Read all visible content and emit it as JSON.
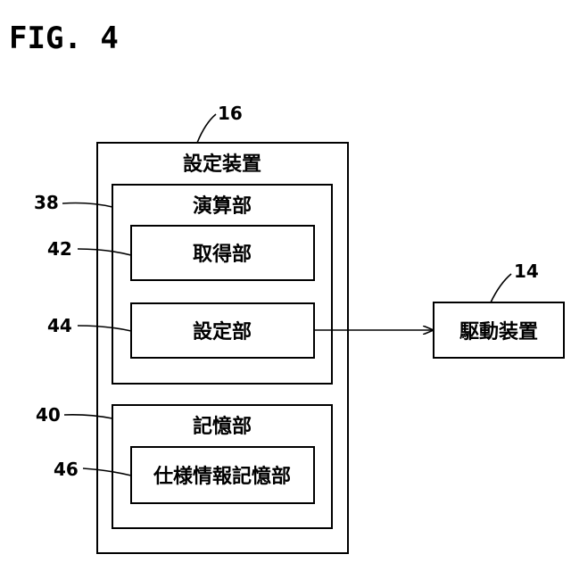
{
  "figure_label": "FIG. 4",
  "setting_device": {
    "label": "設定装置",
    "ref": "16"
  },
  "computation_unit": {
    "label": "演算部",
    "ref": "38"
  },
  "acquisition_unit": {
    "label": "取得部",
    "ref": "42"
  },
  "setting_unit": {
    "label": "設定部",
    "ref": "44"
  },
  "storage_unit": {
    "label": "記憶部",
    "ref": "40"
  },
  "spec_storage_unit": {
    "label": "仕様情報記憶部",
    "ref": "46"
  },
  "drive_device": {
    "label": "駆動装置",
    "ref": "14"
  }
}
